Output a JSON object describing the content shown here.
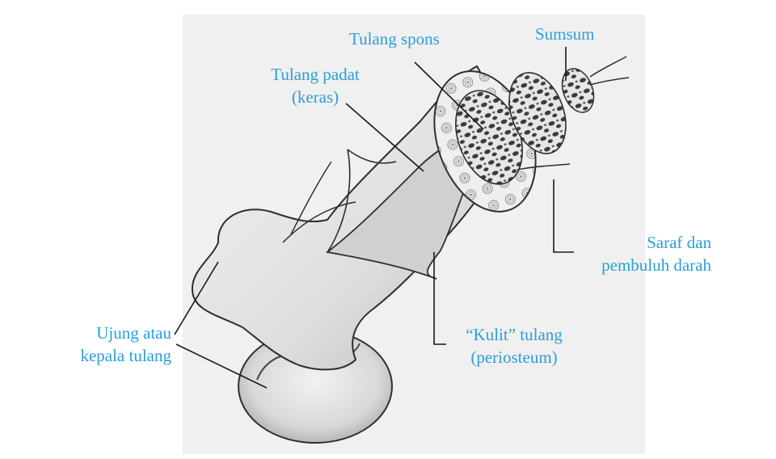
{
  "diagram": {
    "labels": {
      "sumsum": "Sumsum",
      "tulang_spons": "Tulang spons",
      "tulang_padat_line1": "Tulang padat",
      "tulang_padat_line2": "(keras)",
      "saraf_line1": "Saraf dan",
      "saraf_line2": "pembuluh darah",
      "kulit_line1": "“Kulit” tulang",
      "kulit_line2": "(periosteum)",
      "ujung_line1": "Ujung atau",
      "ujung_line2": "kepala tulang"
    },
    "colors": {
      "label": "#2a9fd8",
      "background_panel": "#f0f0f0",
      "bone_fill": "#e9e9e9",
      "bone_stroke": "#2e2e2e",
      "leader_line": "#1a1a1a"
    }
  }
}
